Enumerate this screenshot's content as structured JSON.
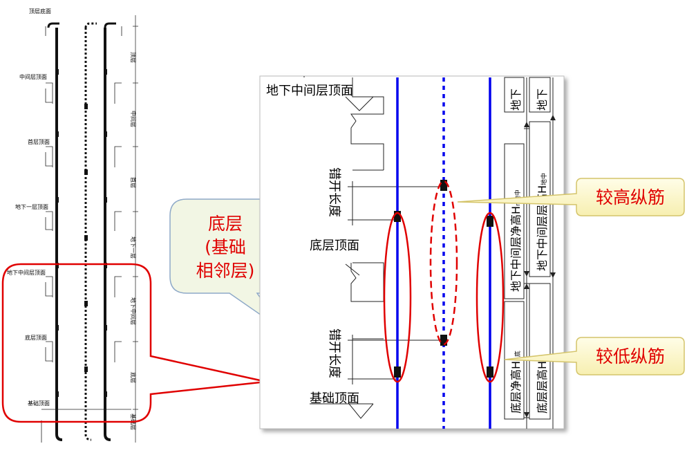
{
  "left_elevation": {
    "floor_labels": [
      "顶层底面",
      "中间层顶面",
      "首层顶面",
      "地下一层顶面",
      "地下中间层顶面",
      "底层顶面",
      "基础顶面"
    ],
    "story_labels": [
      "顶层",
      "中间层",
      "首层",
      "地下一层",
      "地下中间层",
      "底层",
      "基础层"
    ]
  },
  "detail": {
    "label_mid_top": "地下中间层顶面",
    "label_bottom_top": "底层顶面",
    "label_foundation_top": "基础顶面",
    "label_lap_upper": "错开长度",
    "label_lap_lower": "错开长度",
    "dim_clear_height_mid": "地下中间层净高H",
    "dim_clear_height_mid_sub": "n地中",
    "dim_story_height_mid": "地下中间层层高H",
    "dim_story_height_mid_sub": "地中",
    "dim_clear_height_bottom": "底层净高H",
    "dim_clear_height_bottom_sub": "n底",
    "dim_story_height_bottom": "底层层高H",
    "dim_story_height_bottom_sub": "底",
    "dim_top_clip_a": "地下",
    "dim_top_clip_b": "地下"
  },
  "callouts": {
    "bottom_layer": [
      "底层",
      "(基础",
      "相邻层)"
    ],
    "higher_bar": "较高纵筋",
    "lower_bar": "较低纵筋"
  },
  "colors": {
    "rebar_blue": "#0000ee",
    "highlight_red": "#e00000",
    "callout_fill": "#fdf9d2",
    "callout_blue_fill": "#f2f6e6",
    "callout_blue_stroke": "#8ea9c8",
    "callout_text_red": "#e00000"
  }
}
